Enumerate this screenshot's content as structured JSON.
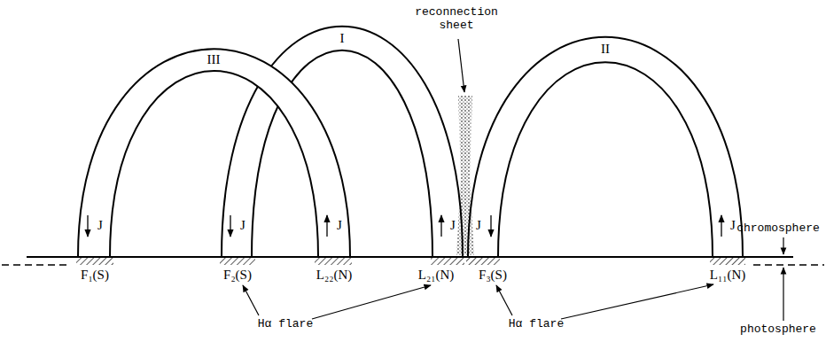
{
  "diagram": {
    "labels": [
      "reconnection sheet",
      "III",
      "I",
      "II",
      "J",
      "J",
      "J",
      "J",
      "J",
      "J",
      "chromosphere",
      "F₁(S)",
      "F₂(S)",
      "L₂₂(N)",
      "L₂₁(N)",
      "F₃(S)",
      "L₁₁(N)",
      "Hα flare",
      "Hα flare",
      "photosphere"
    ]
  }
}
